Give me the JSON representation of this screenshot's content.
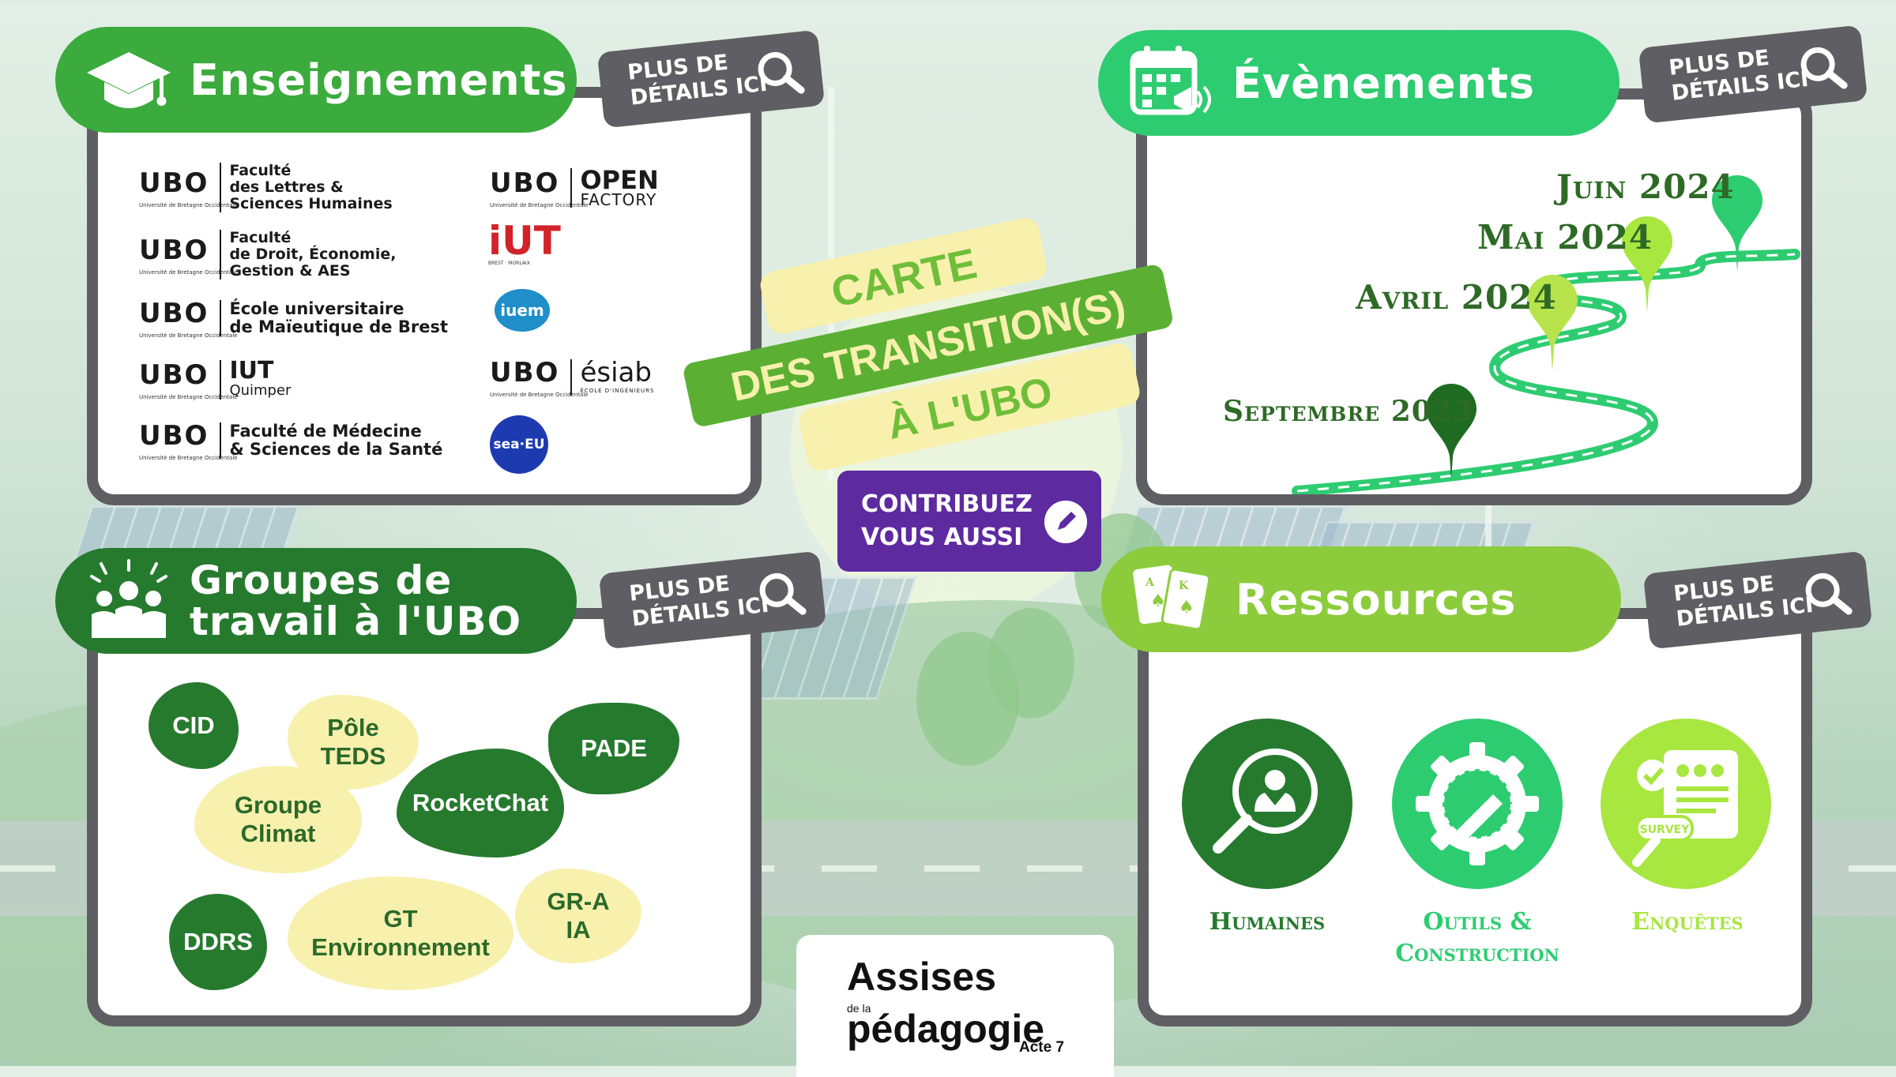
{
  "colors": {
    "frame_grey": "#5f5f63",
    "green_mid": "#3aab3c",
    "green_bright": "#2ecc71",
    "green_dark": "#267a2e",
    "green_light": "#8ccc3c",
    "yellow_light": "#f8f0ad",
    "purple": "#5d2aa0"
  },
  "detail_tag": {
    "line1": "PLUS DE",
    "line2": "DÉTAILS ICI"
  },
  "center": {
    "line1": "CARTE",
    "line2": "DES TRANSITION(S)",
    "line3": "À L'UBO",
    "contribute_line1": "CONTRIBUEZ",
    "contribute_line2": "VOUS AUSSI"
  },
  "enseignements": {
    "title": "Enseignements",
    "icon": "graduation-cap-icon",
    "ubo_word": "UBO",
    "ubo_sub": "Université de Bretagne Occidentale",
    "left_logos": [
      {
        "line1": "Faculté",
        "line2": "des Lettres &",
        "line3": "Sciences Humaines"
      },
      {
        "line1": "Faculté",
        "line2": "de Droit, Économie,",
        "line3": "Gestion & AES"
      },
      {
        "line1": "École universitaire",
        "line2": "de Maïeutique de Brest"
      },
      {
        "line1": "IUT",
        "line2": "Quimper"
      },
      {
        "line1": "Faculté de Médecine",
        "line2": "& Sciences de la Santé"
      }
    ],
    "right_logos": {
      "open_line1": "OPEN",
      "open_line2": "FACTORY",
      "iut": "iUT",
      "iut_sub": "BREST · MORLAIX",
      "iuem": "iuem",
      "esiab": "ésiab",
      "esiab_sub": "ÉCOLE D'INGÉNIEURS",
      "seaeu": "sea·EU"
    }
  },
  "evenements": {
    "title": "Évènements",
    "icon": "calendar-megaphone-icon",
    "dates": [
      {
        "month": "Septembre",
        "year": "2023"
      },
      {
        "month": "Avril",
        "year": "2024"
      },
      {
        "month": "Mai",
        "year": "2024"
      },
      {
        "month": "Juin",
        "year": "2024"
      }
    ]
  },
  "groupes": {
    "title_line1": "Groupes de",
    "title_line2": "travail à l'UBO",
    "icon": "team-cheering-icon",
    "items": [
      {
        "line1": "CID",
        "line2": ""
      },
      {
        "line1": "Pôle",
        "line2": "TEDS"
      },
      {
        "line1": "PADE",
        "line2": ""
      },
      {
        "line1": "Groupe",
        "line2": "Climat"
      },
      {
        "line1": "RocketChat",
        "line2": ""
      },
      {
        "line1": "DDRS",
        "line2": ""
      },
      {
        "line1": "GT",
        "line2": "Environnement"
      },
      {
        "line1": "GR-A",
        "line2": "IA"
      }
    ]
  },
  "ressources": {
    "title": "Ressources",
    "icon": "playing-cards-icon",
    "items": [
      {
        "line1": "Humaines",
        "line2": ""
      },
      {
        "line1": "Outils &",
        "line2": "Construction"
      },
      {
        "line1": "Enquêtes",
        "line2": ""
      }
    ],
    "survey_label": "SURVEY"
  },
  "assises": {
    "line1": "Assises",
    "line2": "de la",
    "line3": "pédagogie",
    "line4": "Acte 7"
  }
}
